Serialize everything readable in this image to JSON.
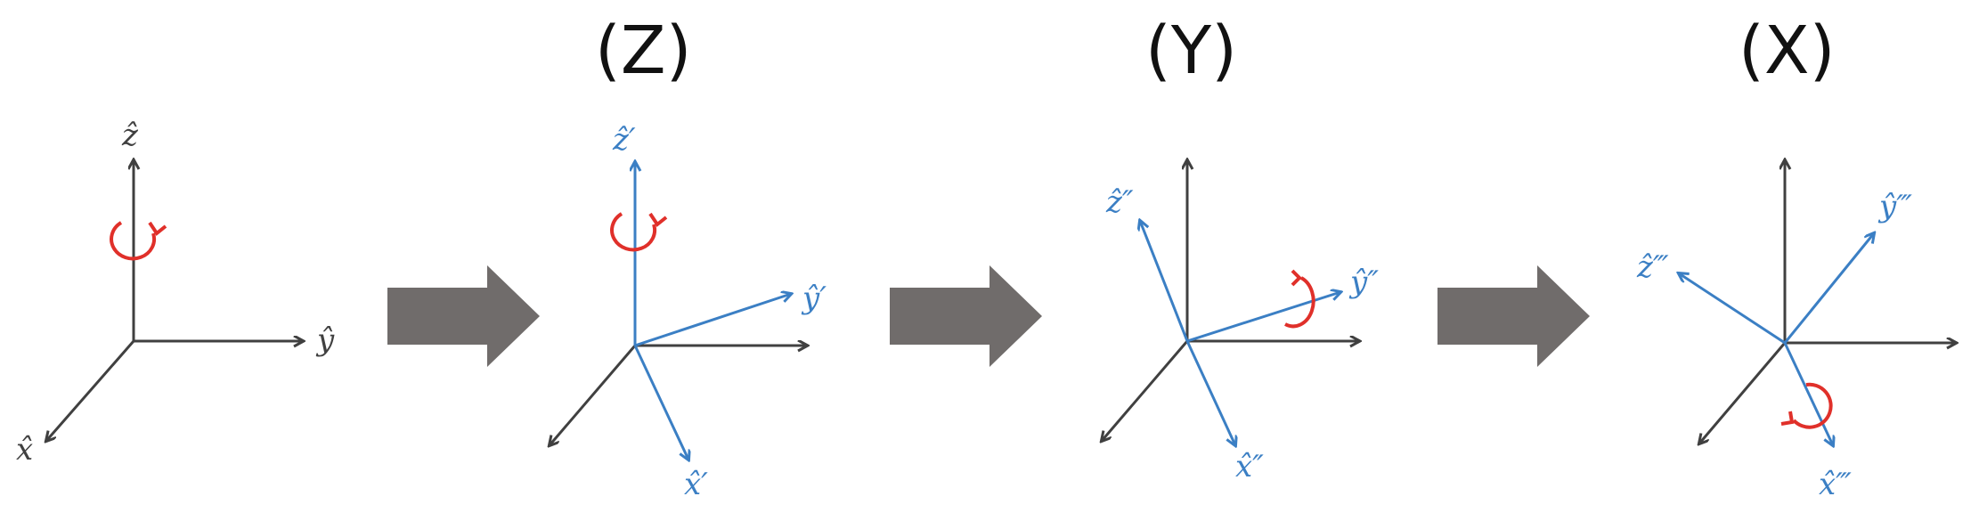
{
  "colors": {
    "reference_axis": "#404040",
    "rotated_axis": "#3b7fc4",
    "rotation_marker": "#e0302a",
    "step_arrow": "#706c6b",
    "title_text": "#111111"
  },
  "steps": [
    {
      "title": "(Z)"
    },
    {
      "title": "(Y)"
    },
    {
      "title": "(X)"
    }
  ],
  "frames": [
    {
      "axis_labels": [
        "ẑ",
        "ŷ",
        "x̂"
      ]
    },
    {
      "axis_labels": [
        "ẑ′",
        "ŷ′",
        "x̂′"
      ]
    },
    {
      "axis_labels": [
        "ẑ″",
        "ŷ″",
        "x̂″"
      ]
    },
    {
      "axis_labels": [
        "ẑ‴",
        "ŷ‴",
        "x̂‴"
      ]
    }
  ],
  "icons": {
    "rotation": "rotation-arrow-icon",
    "step": "block-right-arrow-icon"
  }
}
